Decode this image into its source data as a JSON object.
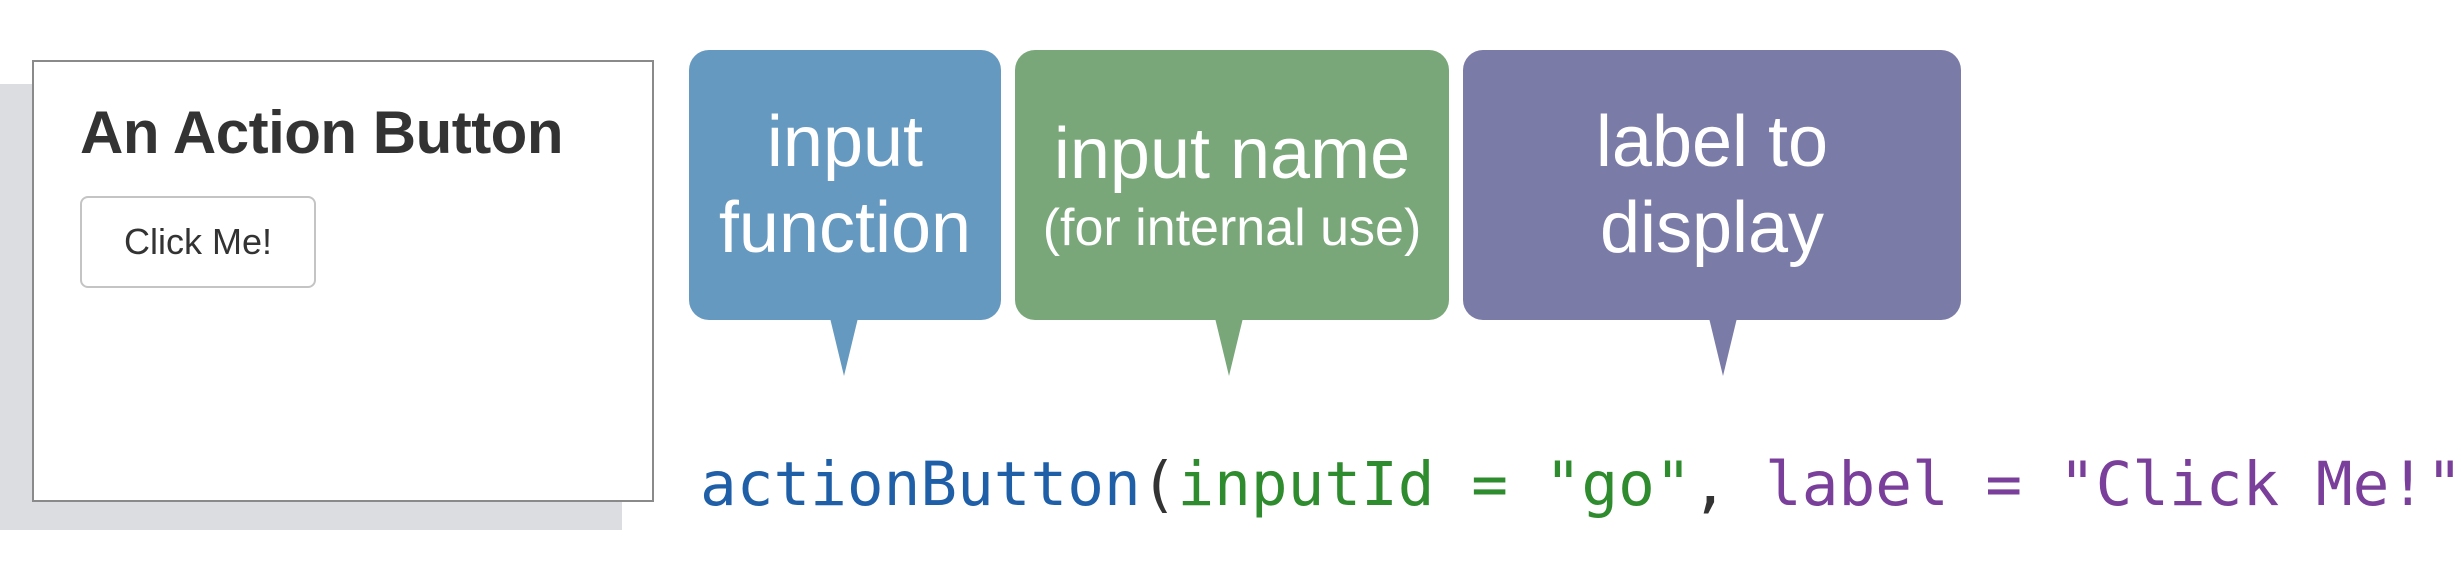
{
  "app": {
    "title": "An Action Button",
    "button_label": "Click Me!"
  },
  "callouts": {
    "input_function": {
      "line1": "input",
      "line2": "function",
      "color": "#6699bf"
    },
    "input_name": {
      "line1": "input name",
      "line2": "(for internal use)",
      "color": "#79a779"
    },
    "label_to_display": {
      "line1": "label to",
      "line2": "display",
      "color": "#7b7ba8"
    }
  },
  "code": {
    "function_name": "actionButton",
    "open_paren": "(",
    "arg1": "inputId = \"go\"",
    "separator": ", ",
    "arg2": "label = \"Click Me!\"",
    "close_paren": ")",
    "colors": {
      "function_name": "#1f5fa8",
      "arg1": "#2e8b2e",
      "arg2": "#7a3f9a",
      "punctuation": "#333333"
    }
  }
}
